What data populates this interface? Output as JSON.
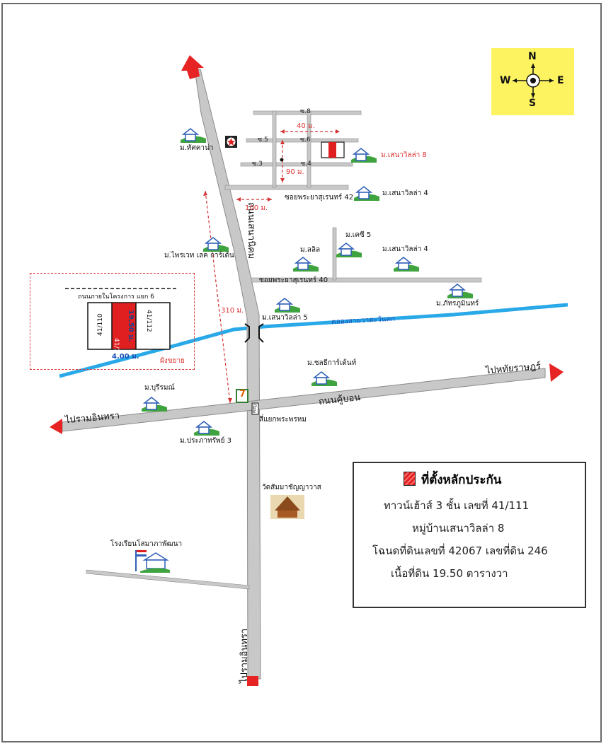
{
  "compass": {
    "north": "N",
    "south": "S",
    "east": "E",
    "west": "W"
  },
  "roads": {
    "main_road": "ถนนเสนานิคม",
    "soi_42": "ซอยพระยาสุเรนทร์ 42",
    "soi_40": "ซอยพระยาสุเรนทร์ 40",
    "ku_bon": "ถนนคู้บอน",
    "to_ram_intra_west": "ไปรามอินทรา",
    "to_ram_intra_south": "ไปรามอินทรา",
    "to_hathai_rat": "ไปหทัยราษฎร์",
    "canal": "คลองสามวาตะวันตก",
    "junction": "สี่แยกพระพรหม",
    "soi_8": "ซ.8",
    "soi_6": "ซ.6",
    "soi_5": "ซ.5",
    "soi_4": "ซ.4",
    "soi_3": "ซ.3"
  },
  "distances": {
    "d40": "40 ม.",
    "d90": "90 ม.",
    "d100": "100 ม.",
    "d310": "310 ม."
  },
  "places": {
    "thatsakana": "ม.ทัศคาน่า",
    "senavilla8": "ม.เสนาวิลล่า 8",
    "senavilla4_a": "ม.เสนาวิลล่า 4",
    "kechi5": "ม.เคซี 5",
    "lalil": "ม.ลลิล",
    "senavilla4_b": "ม.เสนาวิลล่า 4",
    "private_lake": "ม.ไพรเวท เลค การ์เด้น",
    "phatra": "ม.ภัทรภูมินทร์",
    "senavilla5": "ม.เสนาวิลล่า 5",
    "chonthi": "ม.ชลธีการ์เด้นท์",
    "burirom": "ม.บุรีรมณ์",
    "prapasap3": "ม.ประภาทรัพย์ 3",
    "temple": "วัดสัมมาชัญญาวาส",
    "school": "โรงเรียนโสมาภาพัฒนา",
    "seven_eleven": "7",
    "police_box": "ป้อม"
  },
  "inset": {
    "road_label": "ถนนภายในโครงการ แยก 6",
    "unit_left": "41/110",
    "unit_center": "41/111",
    "unit_right": "41/112",
    "depth": "19.50 ม.",
    "width": "4.00 ม.",
    "caption": "ผังขยาย"
  },
  "legend": {
    "title": "ที่ตั้งหลักประกัน",
    "line1": "ทาวน์เฮ้าส์ 3 ชั้น  เลขที่ 41/111",
    "line2": "หมู่บ้านเสนาวิลล่า 8",
    "line3": "โฉนดที่ดินเลขที่ 42067 เลขที่ดิน 246",
    "line4": "เนื้อที่ดิน 19.50 ตารางวา"
  },
  "colors": {
    "road": "#c8c8c8",
    "road_edge": "#8a8a8a",
    "canal": "#29a9e8",
    "arrow": "#e62424",
    "dimension": "#d33333",
    "compass_bg": "#fdf260",
    "house_green": "#3fa33f",
    "house_blue": "#2e5fb8"
  }
}
